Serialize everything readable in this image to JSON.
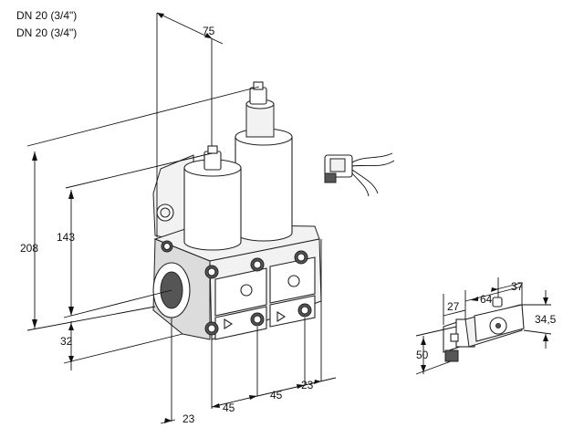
{
  "header": {
    "line1": "DN 20 (3/4\")",
    "line2": "DN 20 (3/4\")"
  },
  "dimensions": {
    "d75": "75",
    "d208": "208",
    "d143": "143",
    "d32": "32",
    "d23_bottom": "23",
    "d45_left": "45",
    "d45_right": "45",
    "d23_right": "23",
    "d27": "27",
    "d64": "64",
    "d37": "37",
    "d34_5": "34,5",
    "d50": "50"
  }
}
